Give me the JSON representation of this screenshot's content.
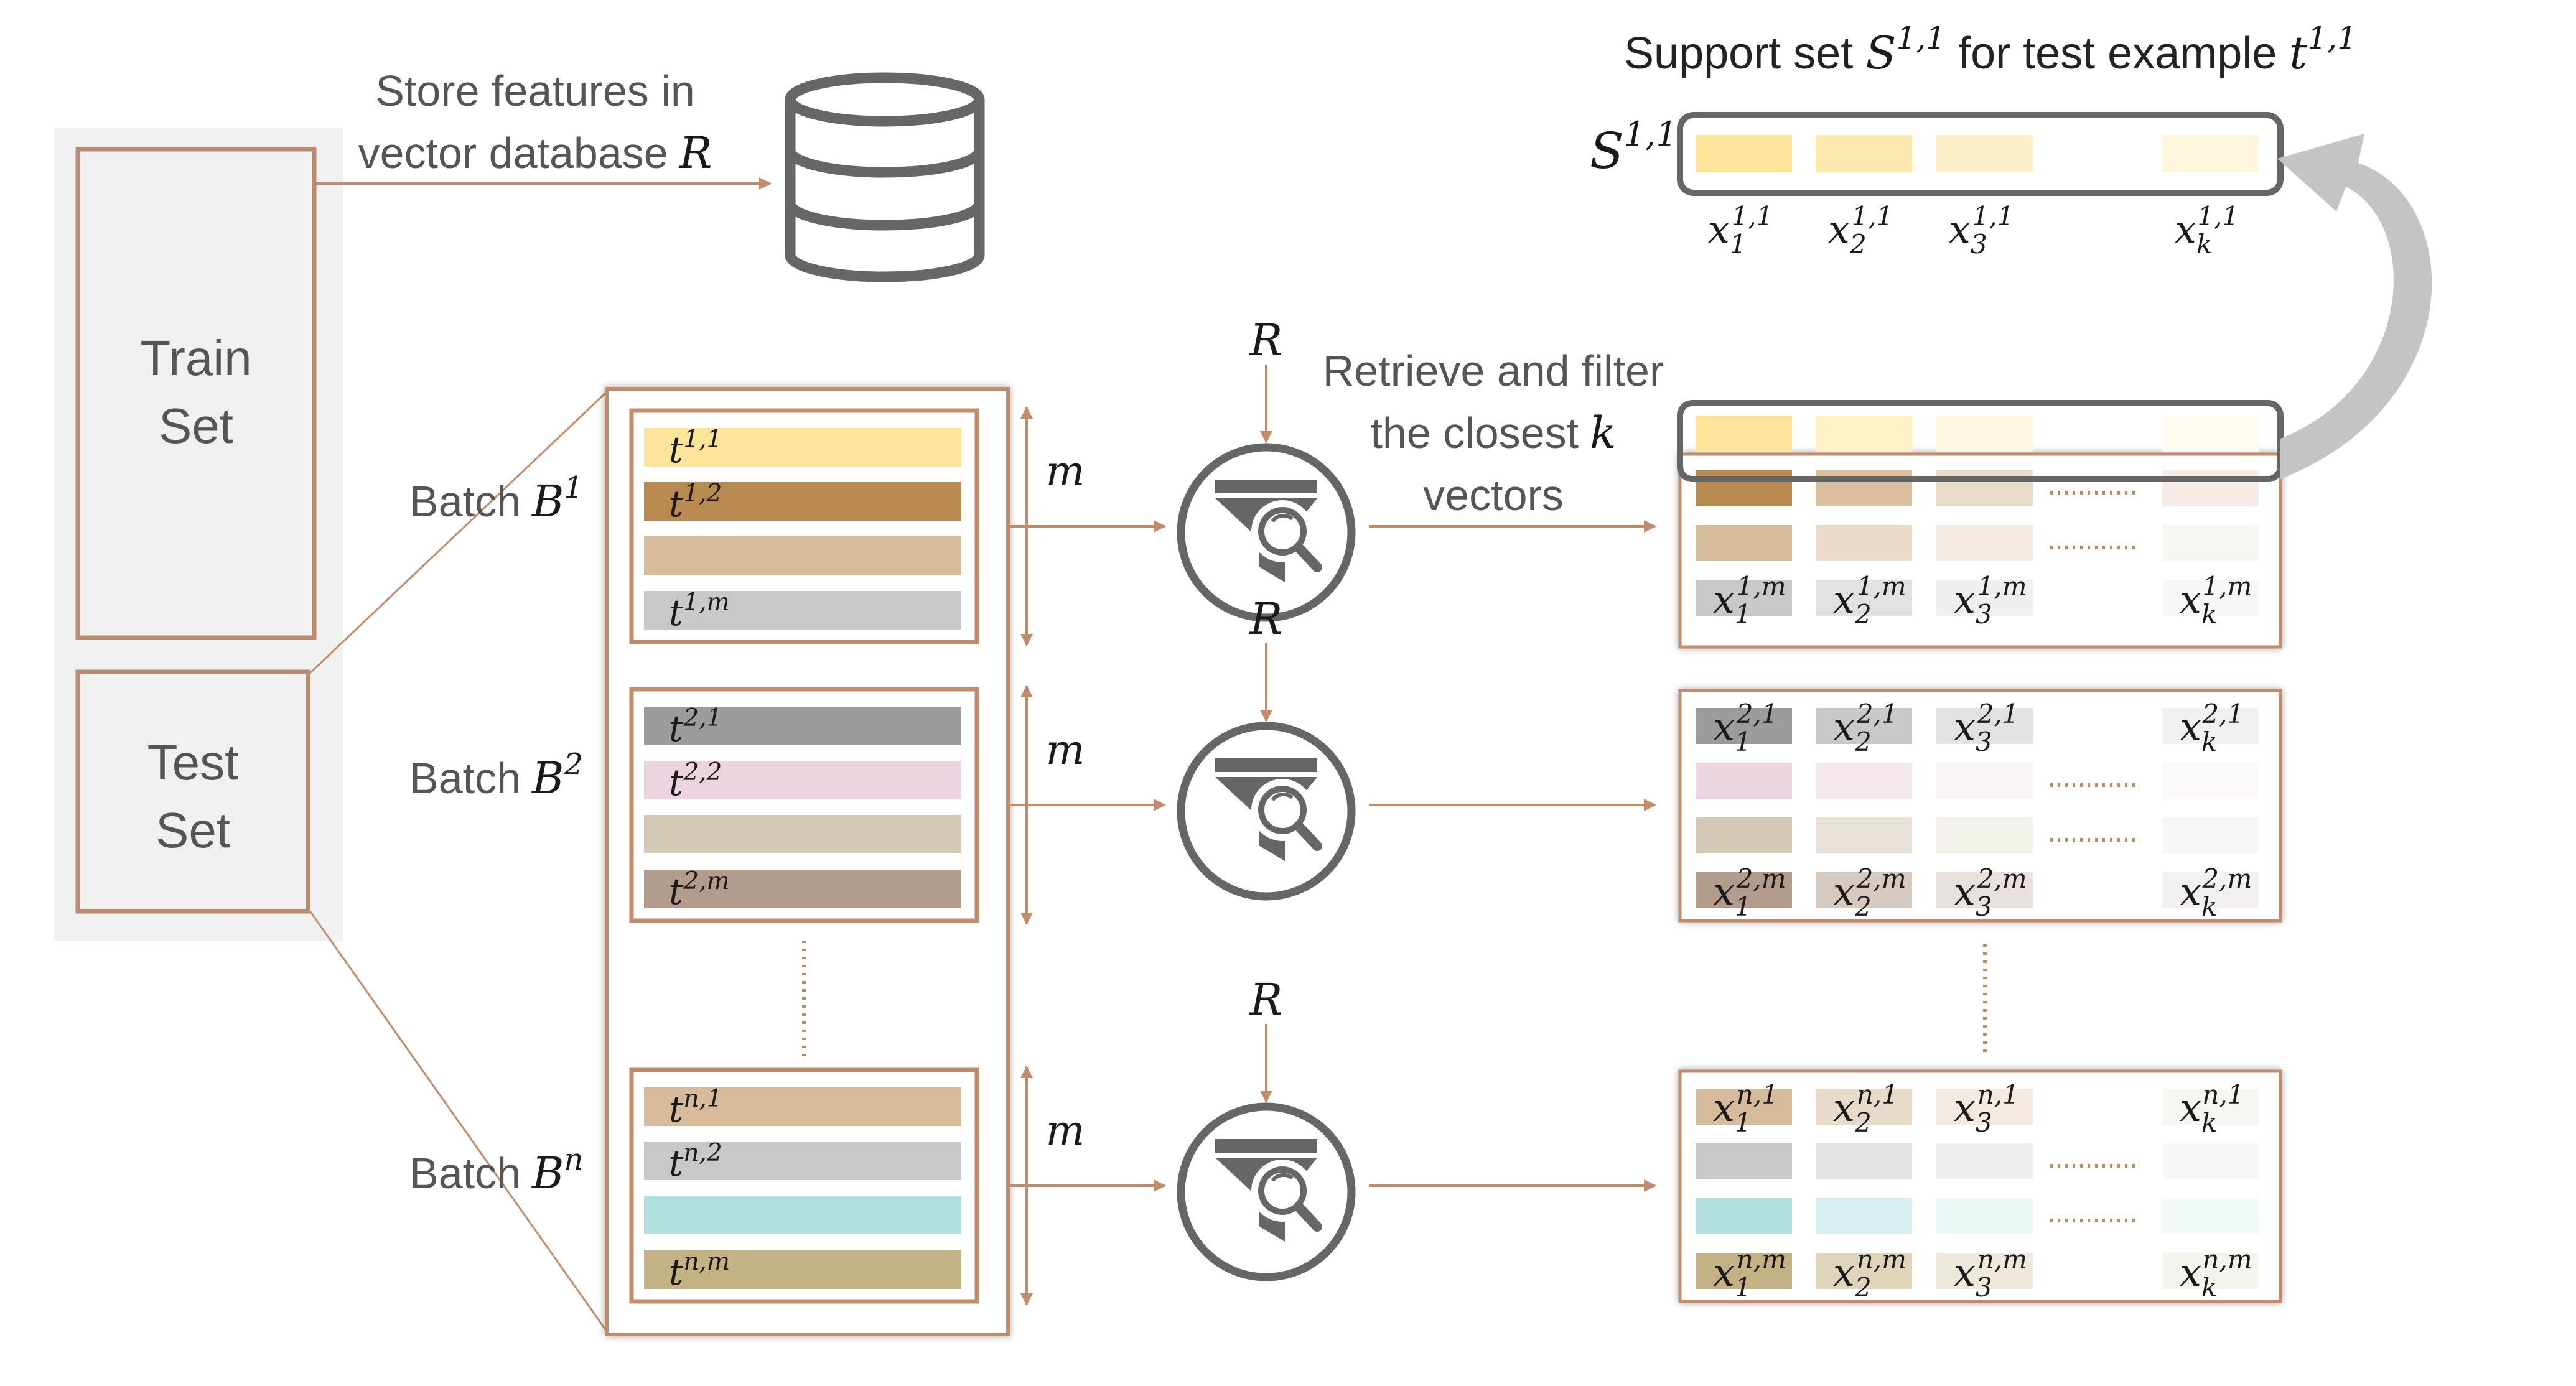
{
  "store_caption": {
    "line1": "Store features in",
    "line2": "vector database",
    "var": "R"
  },
  "train_set": {
    "line1": "Train",
    "line2": "Set"
  },
  "test_set": {
    "line1": "Test",
    "line2": "Set"
  },
  "retrieve_caption": {
    "line1": "Retrieve and filter",
    "line2_prefix": "the closest",
    "line2_var": "k",
    "line3": "vectors"
  },
  "support_title": {
    "prefix": "Support set",
    "set_var": "S",
    "set_sup": "1,1",
    "middle": "for test example",
    "t_var": "t",
    "t_sup": "1,1"
  },
  "support_label": {
    "var": "S",
    "sup": "1,1"
  },
  "support_items": [
    {
      "var": "x",
      "sub": "1",
      "sup": "1,1",
      "color": "#fde49a"
    },
    {
      "var": "x",
      "sub": "2",
      "sup": "1,1",
      "color": "#fde9ae"
    },
    {
      "var": "x",
      "sub": "3",
      "sup": "1,1",
      "color": "#fdf0c8"
    },
    {
      "var": "x",
      "sub": "k",
      "sup": "1,1",
      "color": "#fdf5dc"
    }
  ],
  "batches": [
    {
      "label_prefix": "Batch",
      "var": "B",
      "sup": "1",
      "m_label": "m",
      "r_label": "R",
      "rows": [
        {
          "var": "t",
          "sup": "1,1",
          "color": "#fde49a"
        },
        {
          "var": "t",
          "sup": "1,2",
          "color": "#b98a4f"
        },
        {
          "var": "",
          "sup": "",
          "color": "#d7bd9b"
        },
        {
          "var": "t",
          "sup": "1,m",
          "color": "#c8c8c8"
        }
      ],
      "result_top": {
        "sup": "1,1",
        "labeled": false
      },
      "result_bottom": {
        "sup": "1,m",
        "labeled": true
      }
    },
    {
      "label_prefix": "Batch",
      "var": "B",
      "sup": "2",
      "m_label": "m",
      "r_label": "R",
      "rows": [
        {
          "var": "t",
          "sup": "2,1",
          "color": "#9c9c9c"
        },
        {
          "var": "t",
          "sup": "2,2",
          "color": "#ecd3e0"
        },
        {
          "var": "",
          "sup": "",
          "color": "#d6c8b6"
        },
        {
          "var": "t",
          "sup": "2,m",
          "color": "#b49c8c"
        }
      ],
      "result_top": {
        "sup": "2,1",
        "labeled": true
      },
      "result_bottom": {
        "sup": "2,m",
        "labeled": true
      }
    },
    {
      "label_prefix": "Batch",
      "var": "B",
      "sup": "n",
      "m_label": "m",
      "r_label": "R",
      "rows": [
        {
          "var": "t",
          "sup": "n,1",
          "color": "#d6bc9c"
        },
        {
          "var": "t",
          "sup": "n,2",
          "color": "#c8c8c8"
        },
        {
          "var": "",
          "sup": "",
          "color": "#b2e0e0"
        },
        {
          "var": "t",
          "sup": "n,m",
          "color": "#c4b284"
        }
      ],
      "result_top": {
        "sup": "n,1",
        "labeled": true
      },
      "result_bottom": {
        "sup": "n,m",
        "labeled": true
      }
    }
  ],
  "result_subs": [
    "1",
    "2",
    "3",
    "k"
  ],
  "colors": {
    "box_border": "#c08c6c",
    "set_border": "#b98a70",
    "arrow": "#c08c6c",
    "dotted": "#b98a5a",
    "icon": "#666666",
    "support_border": "#666666",
    "panel_bg": "#f1f1f1"
  }
}
